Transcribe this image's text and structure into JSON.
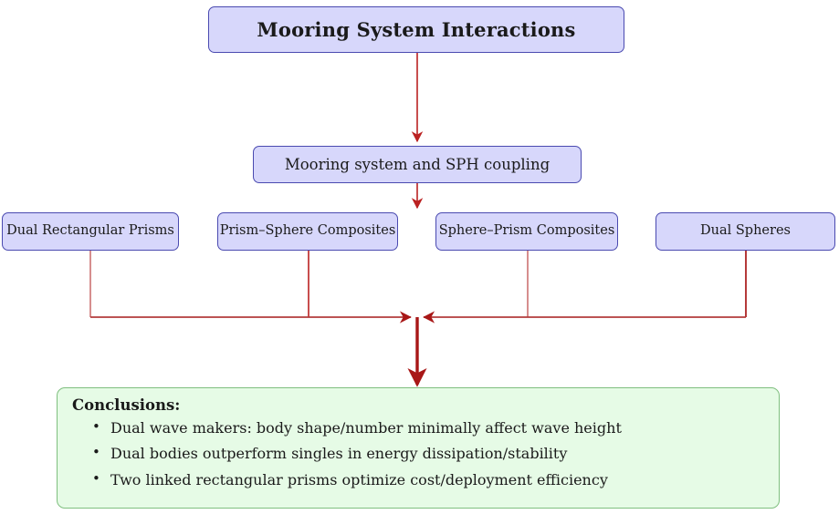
{
  "diagram": {
    "title_box": {
      "label": "Mooring System Interactions",
      "fill": "#d7d7fb",
      "stroke": "#4a4ab0"
    },
    "coupling_box": {
      "label": "Mooring system and SPH coupling",
      "fill": "#d7d7fb",
      "stroke": "#4a4ab0"
    },
    "cases": [
      {
        "label": "Dual Rectangular Prisms"
      },
      {
        "label": "Prism–Sphere Composites"
      },
      {
        "label": "Sphere–Prism Composites"
      },
      {
        "label": "Dual Spheres"
      }
    ],
    "conclusions": {
      "heading": "Conclusions:",
      "bullets": [
        "Dual wave makers: body shape/number minimally affect wave height",
        "Dual bodies outperform singles in energy dissipation/stability",
        "Two linked rectangular prisms optimize cost/deployment efficiency"
      ],
      "fill": "#e6fbe6",
      "stroke": "#7fbf7f"
    },
    "connector_color": "#bb2222",
    "connector_color_dark": "#a81717"
  }
}
